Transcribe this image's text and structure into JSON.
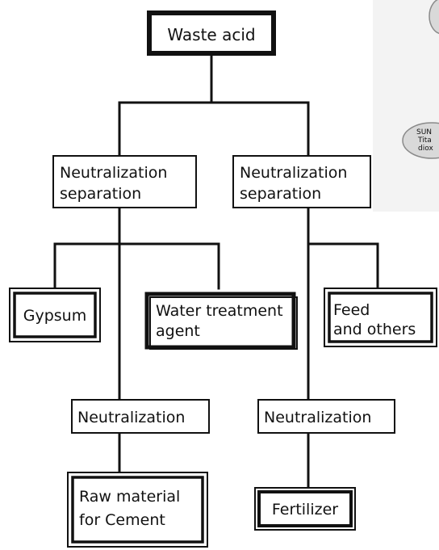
{
  "diagram": {
    "nodes": {
      "waste_acid": {
        "label": "Waste acid"
      },
      "neutralization_separation_left": {
        "lines": [
          "Neutralization",
          "separation"
        ]
      },
      "neutralization_separation_right": {
        "lines": [
          "Neutralization",
          "separation"
        ]
      },
      "gypsum": {
        "label": "Gypsum"
      },
      "water_treatment_agent": {
        "lines": [
          "Water treatment",
          "agent"
        ]
      },
      "feed_and_others": {
        "lines": [
          "Feed",
          "and others"
        ]
      },
      "neutralization_left": {
        "label": "Neutralization"
      },
      "neutralization_right": {
        "label": "Neutralization"
      },
      "raw_material_cement": {
        "lines": [
          "Raw material",
          "for Cement"
        ]
      },
      "fertilizer": {
        "label": "Fertilizer"
      }
    },
    "partial_labels": {
      "lines": [
        "SUN",
        "Tita",
        "diox"
      ]
    },
    "colors": {
      "line": "#111111",
      "background": "#ffffff",
      "oval_fill": "#d9d9d9"
    }
  }
}
